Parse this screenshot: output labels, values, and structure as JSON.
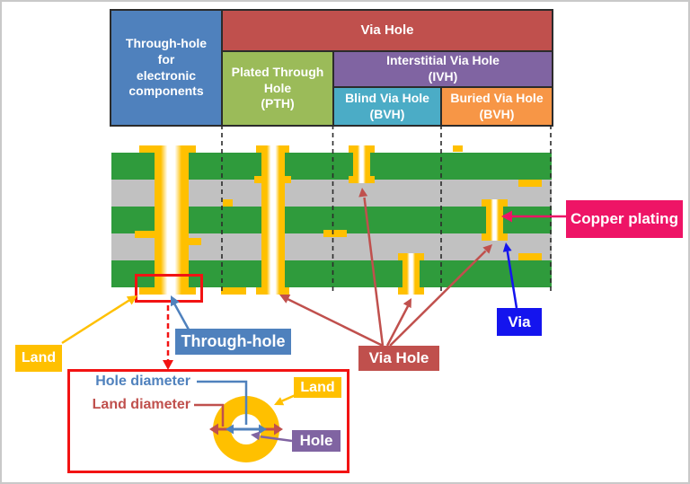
{
  "colors": {
    "page-border": "#C9C9C9",
    "table-border": "#2B2B2B",
    "header-blue": "#4F81BD",
    "header-red": "#C0504D",
    "header-green": "#9BBB59",
    "header-purple": "#8064A2",
    "header-teal": "#4BACC6",
    "header-orange": "#F79646",
    "pcb-green": "#2F9B3C",
    "pcb-gray": "#C1C1C1",
    "copper": "#FFC000",
    "alert-red": "#F21313",
    "pink": "#EE1466",
    "via-blue": "#1414EE"
  },
  "header": {
    "through_hole": "Through-hole\nfor\nelectronic\ncomponents",
    "via_hole": "Via Hole",
    "pth": "Plated Through\nHole\n(PTH)",
    "ivh": "Interstitial Via Hole\n(IVH)",
    "blind": "Blind Via Hole\n(BVH)",
    "buried": "Buried Via Hole\n(BVH)"
  },
  "callouts": {
    "land": "Land",
    "through_hole": "Through-hole",
    "via_hole": "Via Hole",
    "via": "Via",
    "copper_plating": "Copper plating"
  },
  "inset": {
    "hole_diameter": "Hole diameter",
    "land_diameter": "Land diameter",
    "land": "Land",
    "hole": "Hole"
  }
}
